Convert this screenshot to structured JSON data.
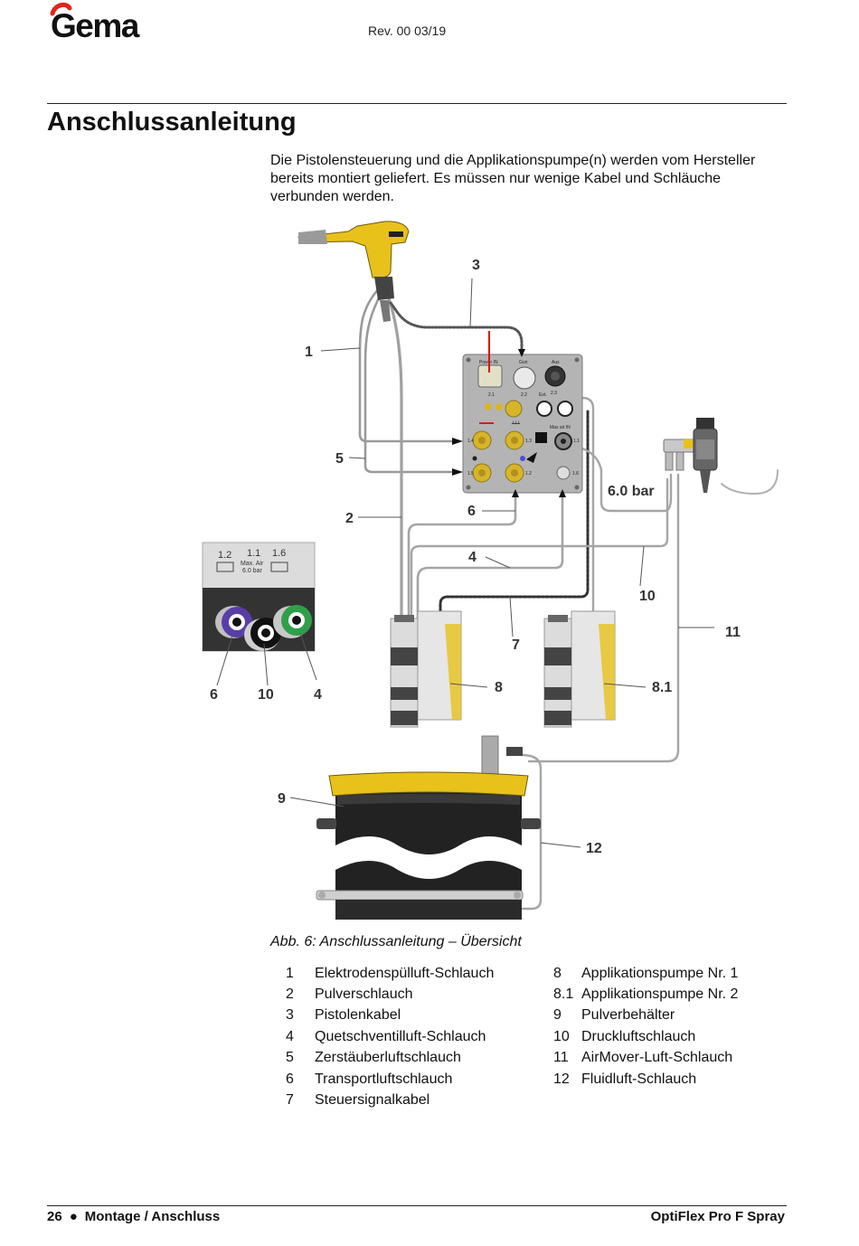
{
  "header": {
    "logo_text": "Gema",
    "revision": "Rev. 00  03/19"
  },
  "title": "Anschlussanleitung",
  "intro": "Die Pistolensteuerung und die Applikationspumpe(n) werden vom Hersteller bereits montiert geliefert. Es müssen nur wenige Kabel und Schläuche verbunden werden.",
  "figure": {
    "callouts": {
      "c1": "1",
      "c2": "2",
      "c3": "3",
      "c4": "4",
      "c5": "5",
      "c6": "6",
      "c7": "7",
      "c8": "8",
      "c8_1": "8.1",
      "c9": "9",
      "c10": "10",
      "c11": "11",
      "c12": "12",
      "inset_6": "6",
      "inset_10": "10",
      "inset_4": "4"
    },
    "pressure": "6.0 bar",
    "inset_text": {
      "t12": "1.2",
      "t11": "1.1",
      "t16": "1.6",
      "max_air": "Max. Air",
      "max_val": "6.0 bar"
    },
    "panel_text": {
      "power_in": "Power IN",
      "gun": "Gun",
      "aux": "Aux",
      "p21": "2.1",
      "p22": "2.2",
      "p23": "2.3",
      "ext": "Ext.",
      "p12": "1.2",
      "p11": "1.1",
      "p13": "1.3",
      "p14": "1.4",
      "p15": "1.5",
      "p16": "1.6",
      "max_air_in": "Max air IN"
    }
  },
  "caption": "Abb. 6: Anschlussanleitung – Übersicht",
  "legend": {
    "left": [
      {
        "num": "1",
        "text": "Elektrodenspülluft-Schlauch"
      },
      {
        "num": "2",
        "text": "Pulverschlauch"
      },
      {
        "num": "3",
        "text": "Pistolenkabel"
      },
      {
        "num": "4",
        "text": "Quetschventilluft-Schlauch"
      },
      {
        "num": "5",
        "text": "Zerstäuberluftschlauch"
      },
      {
        "num": "6",
        "text": "Transportluftschlauch"
      },
      {
        "num": "7",
        "text": "Steuersignalkabel"
      }
    ],
    "right": [
      {
        "num": "8",
        "text": "Applikationspumpe Nr. 1"
      },
      {
        "num": "8.1",
        "text": "Applikationspumpe Nr. 2"
      },
      {
        "num": "9",
        "text": "Pulverbehälter"
      },
      {
        "num": "10",
        "text": "Druckluftschlauch"
      },
      {
        "num": "11",
        "text": "AirMover-Luft-Schlauch"
      },
      {
        "num": "12",
        "text": "Fluidluft-Schlauch"
      }
    ]
  },
  "footer": {
    "page": "26",
    "bullet": "●",
    "section": "Montage / Anschluss",
    "product": "OptiFlex Pro F Spray"
  },
  "colors": {
    "gema_red": "#e2231a",
    "yellow": "#e8c21a",
    "panel_grey": "#b4b4b4",
    "hose_grey": "#a9a9a9"
  }
}
